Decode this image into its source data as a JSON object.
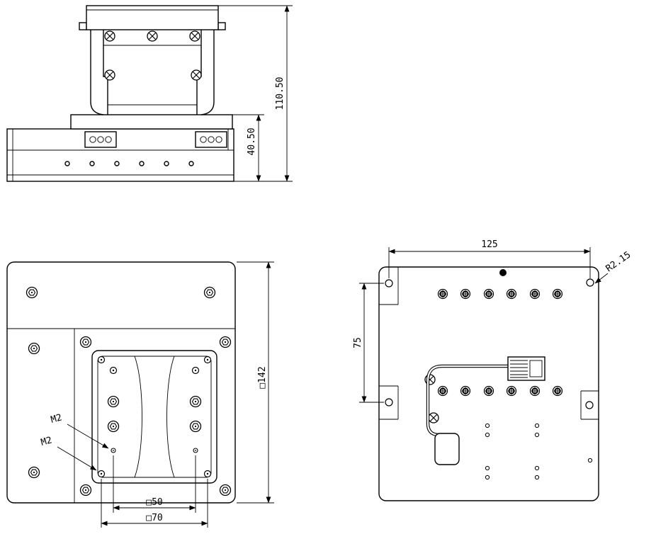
{
  "front_view": {
    "dim_total_height": "110.50",
    "dim_stage_height": "40.50"
  },
  "plan_view": {
    "dim_overall_square": "□142",
    "thread_callout_1": "M2",
    "thread_callout_2": "M2",
    "dim_mount_holes_inner": "□50",
    "dim_mount_holes_outer": "□70"
  },
  "back_view": {
    "dim_hole_span_horizontal": "125",
    "dim_hole_span_vertical": "75",
    "corner_radius_callout": "R2.15"
  }
}
